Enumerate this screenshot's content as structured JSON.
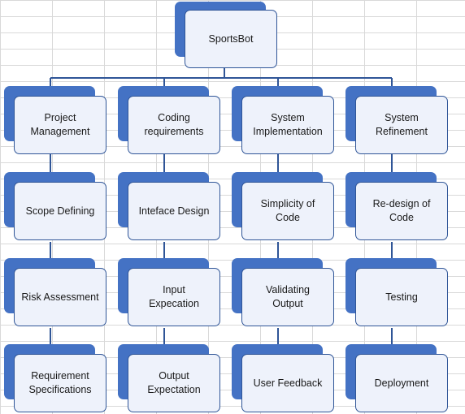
{
  "root": {
    "label": "SportsBot"
  },
  "columns": [
    {
      "header": "Project\nManagement",
      "items": [
        "Scope Defining",
        "Risk Assessment",
        "Requirement\nSpecifications"
      ]
    },
    {
      "header": "Coding\nrequirements",
      "items": [
        "Inteface Design",
        "Input\nExpecation",
        "Output\nExpectation"
      ]
    },
    {
      "header": "System\nImplementation",
      "items": [
        "Simplicity of\nCode",
        "Validating\nOutput",
        "User Feedback"
      ]
    },
    {
      "header": "System\nRefinement",
      "items": [
        "Re-design of\nCode",
        "Testing",
        "Deployment"
      ]
    }
  ],
  "colors": {
    "accent": "#4472c4",
    "fill": "#eef2fb",
    "border": "#2f5597",
    "grid": "#d9d9d9"
  }
}
